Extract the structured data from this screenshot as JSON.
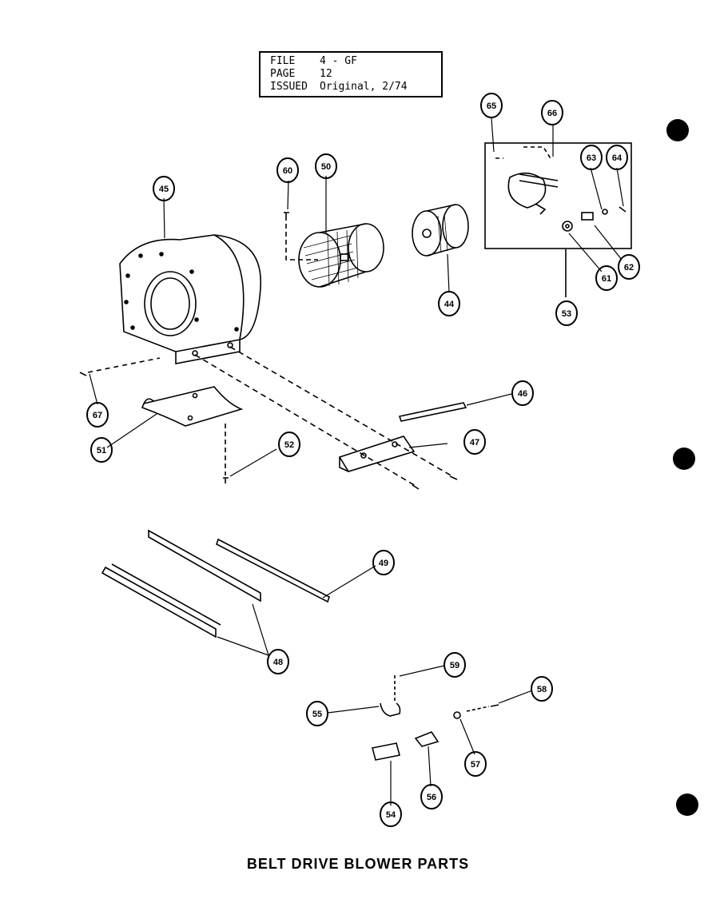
{
  "header": {
    "file_label": "FILE",
    "file_value": "4 - GF",
    "page_label": "PAGE",
    "page_value": "12",
    "issued_label": "ISSUED",
    "issued_value": "Original, 2/74"
  },
  "caption": "BELT DRIVE BLOWER PARTS",
  "callouts": {
    "c44": "44",
    "c45": "45",
    "c46": "46",
    "c47": "47",
    "c48": "48",
    "c49": "49",
    "c50": "50",
    "c51": "51",
    "c52": "52",
    "c53": "53",
    "c54": "54",
    "c55": "55",
    "c56": "56",
    "c57": "57",
    "c58": "58",
    "c59": "59",
    "c60": "60",
    "c61": "61",
    "c62": "62",
    "c63": "63",
    "c64": "64",
    "c65": "65",
    "c66": "66",
    "c67": "67"
  }
}
